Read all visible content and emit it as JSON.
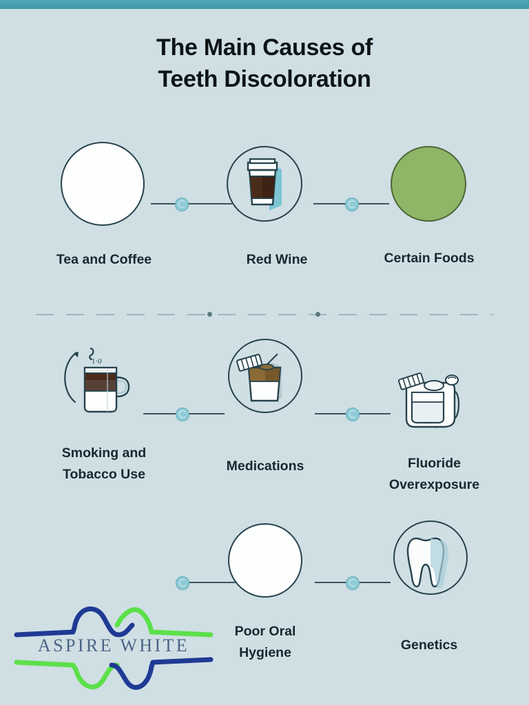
{
  "page": {
    "background_color": "#cfdfe4",
    "accent_bar_color": "#4fa7b5",
    "heading_color": "#0d1416",
    "label_color": "#19272e",
    "connector_color": "#3b525c",
    "connector_dot_color": "#8ecbd6",
    "green_circle_color": "#8fb566"
  },
  "title": {
    "line1": "The Main Causes of",
    "line2": "Teeth Discoloration"
  },
  "rows": [
    {
      "items": [
        {
          "label": "Tea and Coffee",
          "icon": "coffee-mug-icon",
          "circle": "white"
        },
        {
          "label": "Red Wine",
          "icon": "takeaway-cup-icon",
          "circle": "clear"
        },
        {
          "label": "Certain Foods",
          "icon": "white-cup-icon",
          "circle": "green"
        }
      ]
    },
    {
      "items": [
        {
          "label_line1": "Smoking and",
          "label_line2": "Tobacco Use",
          "icon": "glass-mug-icon",
          "circle": "none"
        },
        {
          "label": "Medications",
          "icon": "pill-cup-icon",
          "circle": "clear"
        },
        {
          "label_line1": "Fluoride",
          "label_line2": "Overexposure",
          "icon": "pill-container-icon",
          "circle": "none"
        }
      ]
    },
    {
      "items": [
        {
          "label_line1": "Poor Oral",
          "label_line2": "Hygiene",
          "icon": "tooth-icon",
          "circle": "white"
        },
        {
          "label": "Genetics",
          "icon": "tooth-icon",
          "circle": "clear"
        }
      ]
    }
  ],
  "logo": {
    "text": "ASPIRE WHITE",
    "navy_color": "#1f3a93",
    "green_color": "#5ce04a",
    "text_color": "#4c6485"
  }
}
